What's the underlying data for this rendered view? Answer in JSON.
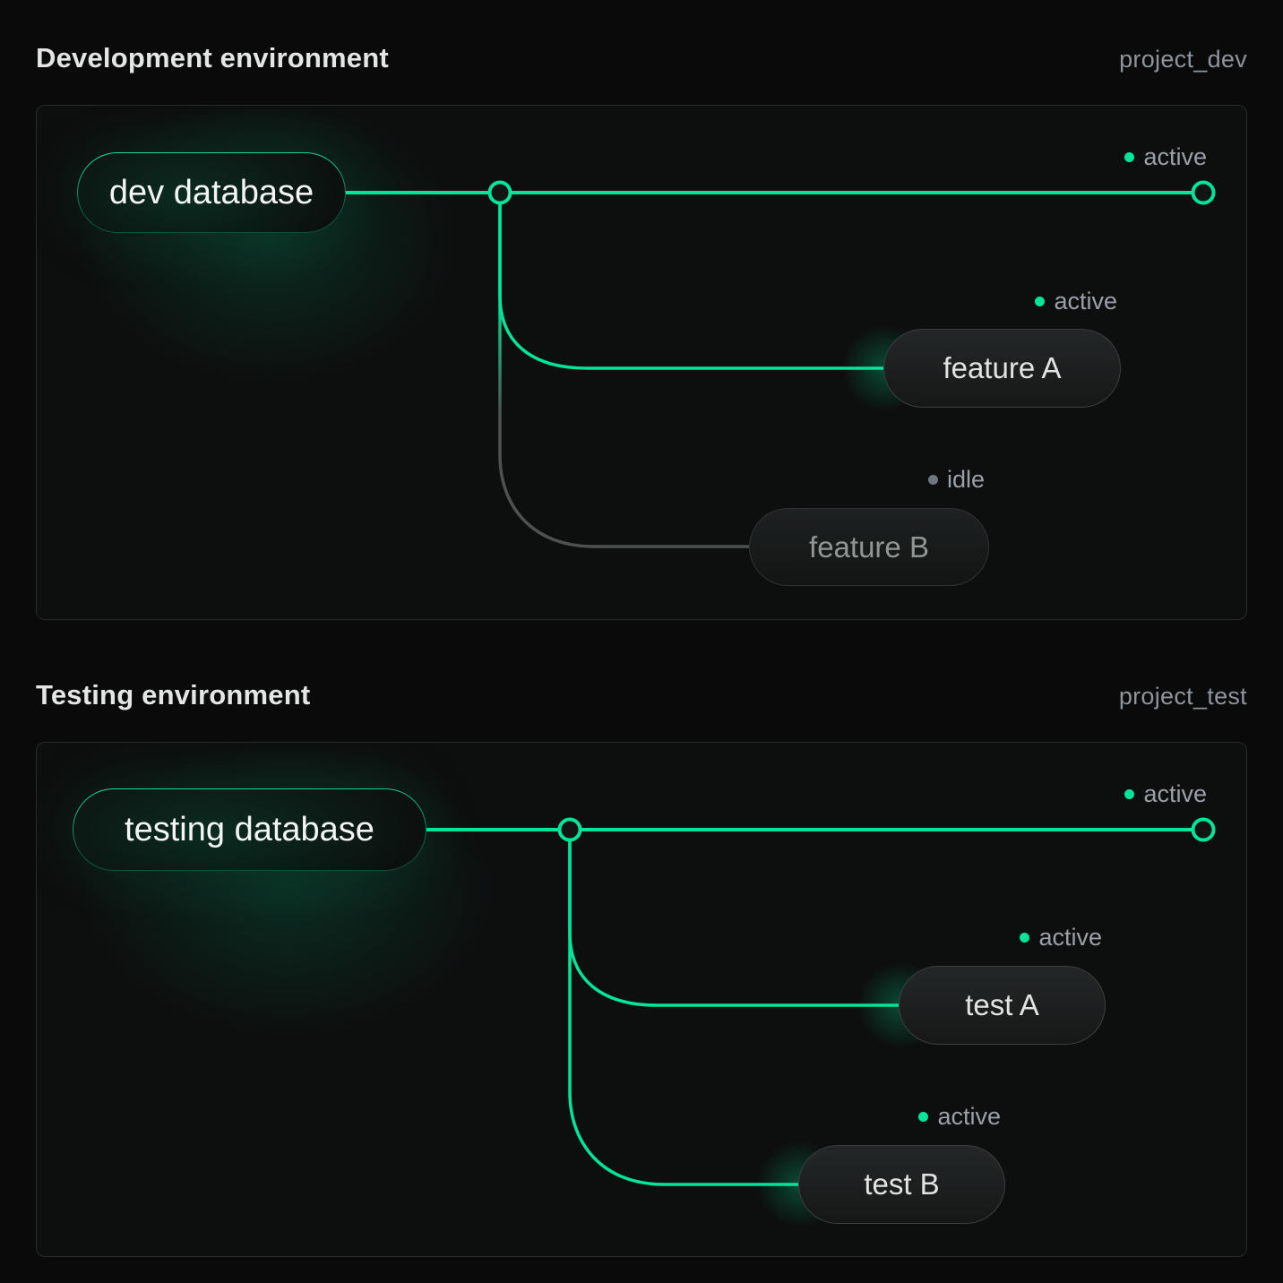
{
  "colors": {
    "accent_green": "#00e599",
    "idle_gray": "#6f7680",
    "status_text": "#99a0a8",
    "title_text": "#e4e6e5",
    "project_text": "#8d949c",
    "panel_bg": "#0d0e0e",
    "page_bg": "#0a0a0b"
  },
  "sections": [
    {
      "title": "Development environment",
      "project_label": "project_dev",
      "main_branch": {
        "label": "dev database",
        "status": "active"
      },
      "branches": [
        {
          "label": "feature A",
          "status": "active"
        },
        {
          "label": "feature B",
          "status": "idle"
        }
      ]
    },
    {
      "title": "Testing environment",
      "project_label": "project_test",
      "main_branch": {
        "label": "testing database",
        "status": "active"
      },
      "branches": [
        {
          "label": "test A",
          "status": "active"
        },
        {
          "label": "test B",
          "status": "active"
        }
      ]
    }
  ]
}
